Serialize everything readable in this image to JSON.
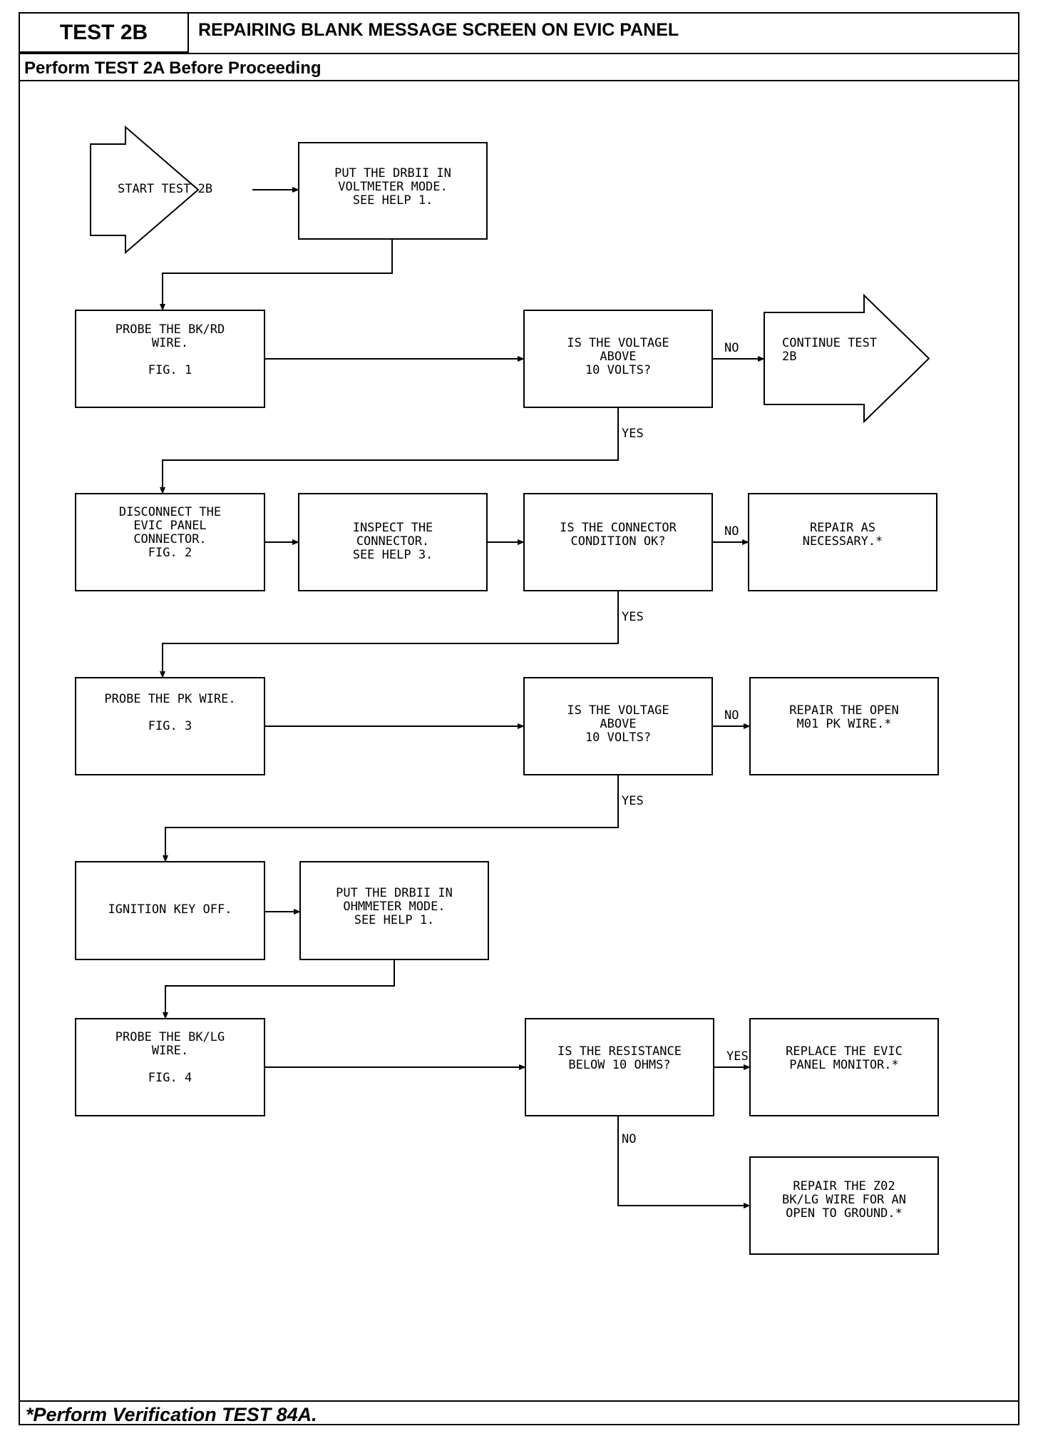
{
  "header": {
    "test_id": "TEST 2B",
    "title": "REPAIRING BLANK MESSAGE SCREEN ON EVIC PANEL",
    "subtitle": "Perform TEST 2A Before Proceeding"
  },
  "footer": {
    "note": "*Perform Verification TEST 84A."
  },
  "nodes": [
    {
      "id": "start",
      "shape": "arrow",
      "lines": [
        "START TEST 2B"
      ]
    },
    {
      "id": "put_volt",
      "shape": "box",
      "lines": [
        "PUT THE DRBII IN",
        "VOLTMETER MODE.",
        "SEE HELP 1."
      ]
    },
    {
      "id": "probe_bkrd",
      "shape": "box",
      "lines": [
        "PROBE THE BK/RD",
        "WIRE.",
        "",
        "FIG. 1"
      ]
    },
    {
      "id": "q_volt1",
      "shape": "box",
      "lines": [
        "IS THE VOLTAGE",
        "ABOVE",
        "10 VOLTS?"
      ]
    },
    {
      "id": "continue",
      "shape": "arrow",
      "lines": [
        "CONTINUE TEST",
        "2B"
      ]
    },
    {
      "id": "disconnect",
      "shape": "box",
      "lines": [
        "DISCONNECT THE",
        "EVIC PANEL",
        "CONNECTOR.",
        "FIG. 2"
      ]
    },
    {
      "id": "inspect",
      "shape": "box",
      "lines": [
        "INSPECT THE",
        "CONNECTOR.",
        "SEE HELP 3."
      ]
    },
    {
      "id": "q_conn",
      "shape": "box",
      "lines": [
        "IS THE CONNECTOR",
        "CONDITION OK?"
      ]
    },
    {
      "id": "repair_nec",
      "shape": "box",
      "lines": [
        "REPAIR AS",
        "NECESSARY.*"
      ]
    },
    {
      "id": "probe_pk",
      "shape": "box",
      "lines": [
        "PROBE THE PK WIRE.",
        "",
        "FIG. 3"
      ]
    },
    {
      "id": "q_volt2",
      "shape": "box",
      "lines": [
        "IS THE VOLTAGE",
        "ABOVE",
        "10 VOLTS?"
      ]
    },
    {
      "id": "repair_open",
      "shape": "box",
      "lines": [
        "REPAIR THE OPEN",
        "M01 PK WIRE.*"
      ]
    },
    {
      "id": "ign_off",
      "shape": "box",
      "lines": [
        "IGNITION KEY OFF."
      ]
    },
    {
      "id": "put_ohm",
      "shape": "box",
      "lines": [
        "PUT THE DRBII IN",
        "OHMMETER MODE.",
        "SEE HELP 1."
      ]
    },
    {
      "id": "probe_bklg",
      "shape": "box",
      "lines": [
        "PROBE THE BK/LG",
        "WIRE.",
        "",
        "FIG. 4"
      ]
    },
    {
      "id": "q_res",
      "shape": "box",
      "lines": [
        "IS THE RESISTANCE",
        "BELOW 10 OHMS?"
      ]
    },
    {
      "id": "replace",
      "shape": "box",
      "lines": [
        "REPLACE THE EVIC",
        "PANEL MONITOR.*"
      ]
    },
    {
      "id": "repair_z02",
      "shape": "box",
      "lines": [
        "REPAIR THE Z02",
        "BK/LG WIRE FOR AN",
        "OPEN TO GROUND.*"
      ]
    }
  ],
  "edges": [
    {
      "from": "start",
      "to": "put_volt",
      "label": ""
    },
    {
      "from": "put_volt",
      "to": "probe_bkrd",
      "label": ""
    },
    {
      "from": "probe_bkrd",
      "to": "q_volt1",
      "label": ""
    },
    {
      "from": "q_volt1",
      "to": "continue",
      "label": "NO"
    },
    {
      "from": "q_volt1",
      "to": "disconnect",
      "label": "YES"
    },
    {
      "from": "disconnect",
      "to": "inspect",
      "label": ""
    },
    {
      "from": "inspect",
      "to": "q_conn",
      "label": ""
    },
    {
      "from": "q_conn",
      "to": "repair_nec",
      "label": "NO"
    },
    {
      "from": "q_conn",
      "to": "probe_pk",
      "label": "YES"
    },
    {
      "from": "probe_pk",
      "to": "q_volt2",
      "label": ""
    },
    {
      "from": "q_volt2",
      "to": "repair_open",
      "label": "NO"
    },
    {
      "from": "q_volt2",
      "to": "ign_off",
      "label": "YES"
    },
    {
      "from": "ign_off",
      "to": "put_ohm",
      "label": ""
    },
    {
      "from": "put_ohm",
      "to": "probe_bklg",
      "label": ""
    },
    {
      "from": "probe_bklg",
      "to": "q_res",
      "label": ""
    },
    {
      "from": "q_res",
      "to": "replace",
      "label": "YES"
    },
    {
      "from": "q_res",
      "to": "repair_z02",
      "label": "NO"
    }
  ]
}
